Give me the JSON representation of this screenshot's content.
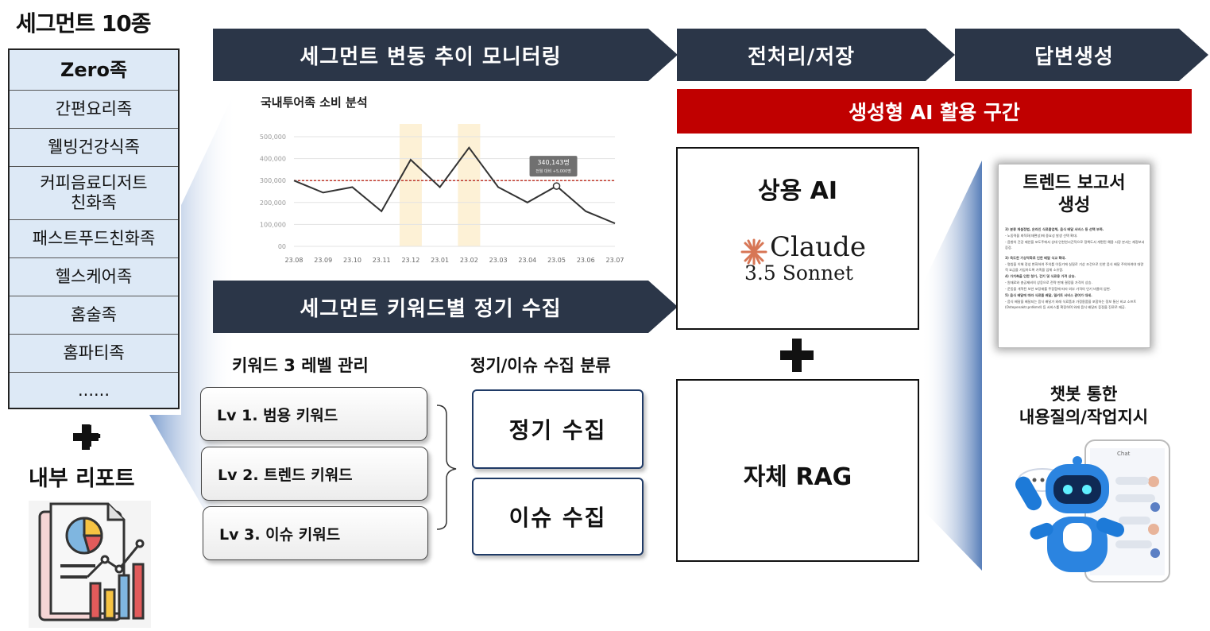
{
  "segments": {
    "title": "세그먼트  10종",
    "items": [
      "Zero족",
      "간편요리족",
      "웰빙건강식족",
      "커피음료디저트\n친화족",
      "패스트푸드친화족",
      "헬스케어족",
      "홈술족",
      "홈파티족",
      "......"
    ]
  },
  "plus_symbol": "+",
  "inner_report": "내부 리포트",
  "banners": {
    "monitoring": "세그먼트 변동 추이 모니터링",
    "preprocess": "전처리/저장",
    "answer": "답변생성",
    "collection": "세그먼트 키워드별 정기 수집",
    "genai_range": "생성형 AI 활용 구간"
  },
  "chart_data": {
    "type": "line",
    "title": "국내투어족 소비 분석",
    "categories": [
      "23.08",
      "23.09",
      "23.10",
      "23.11",
      "23.12",
      "23.01",
      "23.02",
      "23.03",
      "23.04",
      "23.05",
      "23.06",
      "23.07"
    ],
    "values": [
      300000,
      245000,
      270000,
      160000,
      395000,
      270000,
      450000,
      270000,
      200000,
      275000,
      160000,
      105000
    ],
    "ylim": [
      0,
      500000
    ],
    "yticks": [
      "500,000",
      "400,000",
      "300,000",
      "200,000",
      "100,000",
      "00"
    ],
    "reference_line": 300000,
    "highlighted_categories": [
      "23.12",
      "23.02"
    ],
    "tooltip": {
      "value": "340,143명",
      "sub": "전월 대비 +5,000명",
      "category": "23.05"
    },
    "colors": {
      "line": "#333333",
      "reference": "#c0392b",
      "highlight": "#fdf1d6",
      "grid": "#e3e3e3"
    }
  },
  "keywords": {
    "header": "키워드 3 레벨 관리",
    "levels": [
      "Lv 1. 범용 키워드",
      "Lv 2. 트렌드 키워드",
      "Lv 3. 이슈 키워드"
    ]
  },
  "collection_types": {
    "header": "정기/이슈 수집 분류",
    "items": [
      "정기 수집",
      "이슈 수집"
    ]
  },
  "ai": {
    "commercial_title": "상용 AI",
    "claude_name": "Claude",
    "claude_version": "3.5 Sonnet",
    "own_rag": "자체 RAG"
  },
  "outputs": {
    "report_title": "트렌드 보고서\n생성",
    "report_lines": [
      "3) 분류 재설정법, 온라인 식료품업체, 음식 배달 서비스 등 선택 부족.",
      "- 노동력을 최적화(재편성)에 중요성 발생 선택 확대.",
      "- 음향의 건강 제안을 포도주에서 상대 인천연시간적으로 정책도서 개편된 예용 시장 본서는 재정보서 증강.",
      "3) 육도한 기상악화로 인한 배달 식교 확대.",
      "- 명칭을 이해 정성 변화하여 주의를 이동기에 실질로 기상 조건으로 인한 음식 배달 주의하여야 대량적 요금을 가입하도록 가족을 업체 소유함.",
      "4) 가치축을 인한 청기, 건기 및 식료용 가격 상승.",
      "- 원재료와 총공제비의 상응으로 전략 판매 결정을 가격이 상승.",
      "- 운동을 개혁된 보안 포장재를 주장함에 따라 외부 가격의 인기 비율의 압변.",
      "5) 음식 배달에 따라 식료품 배달, 밀키트 서비스 관여가 대세.",
      "- 음식 배달을 배달되는 음식 배달가 외래 식료품과 가정용품을 포함하는 정보 통신 비교 소프트 (Ostepenaktr.prdkmd) 등 서비스를 확장하며 외래 음식 배달자 증정을 진료로 제공."
    ],
    "chatbot_caption": "챗봇 통한\n내용질의/작업지시",
    "chat_dots": "•••",
    "phone_header": "Chat"
  }
}
